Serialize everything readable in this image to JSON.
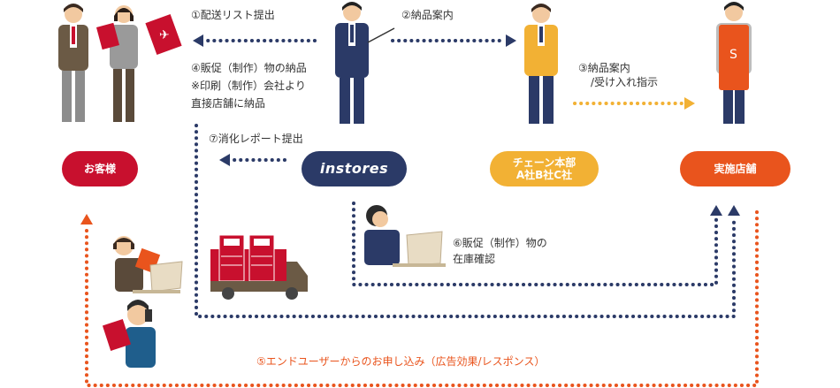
{
  "colors": {
    "navy": "#2b3a67",
    "orange": "#e9541d",
    "gold": "#f2b134",
    "red": "#c8102e",
    "gray": "#8c8c8c",
    "brown": "#5a4a3a"
  },
  "nodes": {
    "customer": "お客様",
    "instores": "instores",
    "chain_hq": "チェーン本部\nA社B社C社",
    "store": "実施店舗"
  },
  "steps": {
    "s1": "①配送リスト提出",
    "s2": "②納品案内",
    "s3_line1": "③納品案内",
    "s3_line2": "/受け入れ指示",
    "s4_line1": "④販促（制作）物の納品",
    "s4_line2": "※印刷（制作）会社より",
    "s4_line3": "直接店舗に納品",
    "s5": "⑤エンドユーザーからのお申し込み（広告効果/レスポンス）",
    "s6_line1": "⑥販促（制作）物の",
    "s6_line2": "在庫確認",
    "s7": "⑦消化レポート提出"
  },
  "apron_letter": "S"
}
